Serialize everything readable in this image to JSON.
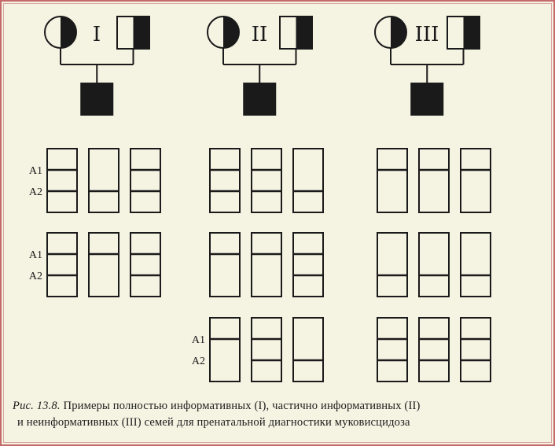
{
  "families": [
    {
      "id": "I",
      "label": "I",
      "rows": [
        {
          "labels": [
            "A1",
            "A2"
          ],
          "lanes": [
            [
              "A1",
              "A2"
            ],
            [
              "A2"
            ],
            [
              "A1",
              "A2"
            ]
          ]
        },
        {
          "labels": [
            "A1",
            "A2"
          ],
          "lanes": [
            [
              "A1",
              "A2"
            ],
            [
              "A1"
            ],
            [
              "A1",
              "A2"
            ]
          ]
        }
      ]
    },
    {
      "id": "II",
      "label": "II",
      "rows": [
        {
          "labels": [],
          "lanes": [
            [
              "A1",
              "A2"
            ],
            [
              "A1",
              "A2"
            ],
            [
              "A2"
            ]
          ]
        },
        {
          "labels": [],
          "lanes": [
            [
              "A1"
            ],
            [
              "A1"
            ],
            [
              "A1",
              "A2"
            ]
          ]
        },
        {
          "labels": [
            "A1",
            "A2"
          ],
          "lanes": [
            [
              "A1"
            ],
            [
              "A1",
              "A2"
            ],
            [
              "A2"
            ]
          ]
        }
      ]
    },
    {
      "id": "III",
      "label": "III",
      "rows": [
        {
          "labels": [],
          "lanes": [
            [
              "A1"
            ],
            [
              "A1"
            ],
            [
              "A1"
            ]
          ]
        },
        {
          "labels": [],
          "lanes": [
            [
              "A2"
            ],
            [
              "A2"
            ],
            [
              "A2"
            ]
          ]
        },
        {
          "labels": [],
          "lanes": [
            [
              "A1",
              "A2"
            ],
            [
              "A1",
              "A2"
            ],
            [
              "A1",
              "A2"
            ]
          ]
        }
      ]
    }
  ],
  "caption": {
    "lead": "Рис. 13.8.",
    "line1": "Примеры полностью информативных (I), частично информативных (II)",
    "line2": "и неинформативных (III) семей для пренатальной диагностики муковисцидоза"
  },
  "colors": {
    "ink": "#1a1a1a",
    "paper": "#f5f3e2",
    "frame": "#c46a6a"
  }
}
